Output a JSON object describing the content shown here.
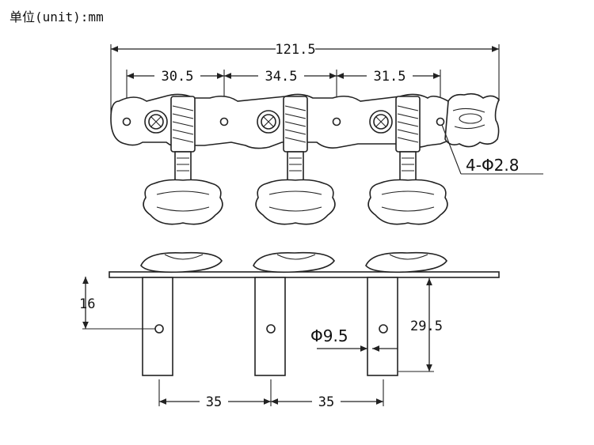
{
  "units_label": "单位(unit):mm",
  "top_view": {
    "overall_length": "121.5",
    "spacing_1": "30.5",
    "spacing_2": "34.5",
    "spacing_3": "31.5",
    "hole_callout": "4-Φ2.8"
  },
  "side_view": {
    "height_label": "16",
    "post_height": "29.5",
    "post_diameter": "Φ9.5",
    "post_spacing_1": "35",
    "post_spacing_2": "35"
  }
}
